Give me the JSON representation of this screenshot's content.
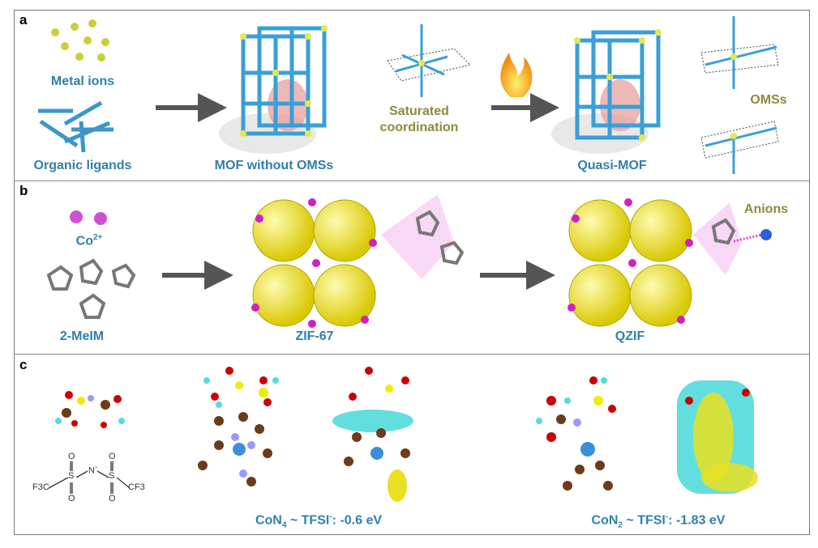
{
  "panels": {
    "a": {
      "letter": "a",
      "metal_ions": "Metal ions",
      "organic_ligands": "Organic ligands",
      "mof_without_oms": "MOF without OMSs",
      "saturated_line1": "Saturated",
      "saturated_line2": "coordination",
      "quasi_mof": "Quasi-MOF",
      "omss": "OMSs"
    },
    "b": {
      "letter": "b",
      "co_base": "Co",
      "co_sup": "2+",
      "melm": "2-MeIM",
      "zif67": "ZIF-67",
      "qzif": "QZIF",
      "anions": "Anions"
    },
    "c": {
      "letter": "c",
      "tfsi_struct": {
        "f3c_left": "F3C",
        "f3c_right": "CF3",
        "s": "S",
        "n": "N",
        "o": "O",
        "minus": "-"
      },
      "con4_base": "CoN",
      "con4_sub": "4",
      "con4_rest": " ~ TFSI",
      "con4_sup": "-",
      "con4_value": ": -0.6 eV",
      "con2_base": "CoN",
      "con2_sub": "2",
      "con2_rest": " ~ TFSI",
      "con2_sup": "-",
      "con2_value": ": -1.83 eV"
    }
  },
  "colors": {
    "label_blue": "#2f7fab",
    "label_olive": "#8c8a3c",
    "frame_blue": "#3a9fd6",
    "node_yellow": "#e6e84a",
    "co_magenta": "#d050d0"
  }
}
